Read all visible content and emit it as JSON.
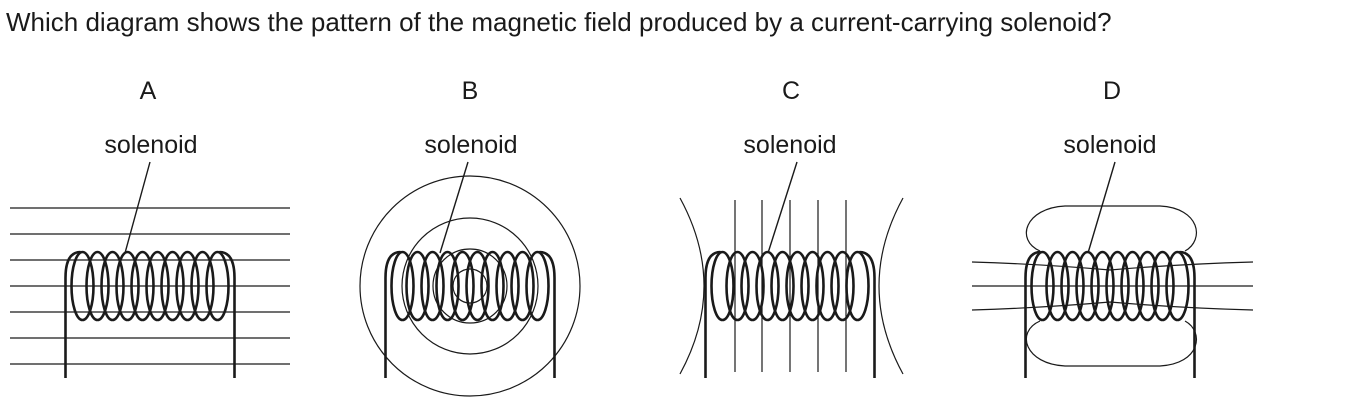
{
  "question": "Which diagram shows the pattern of the magnetic field produced by a current-carrying solenoid?",
  "options": [
    {
      "letter": "A",
      "label": "solenoid"
    },
    {
      "letter": "B",
      "label": "solenoid"
    },
    {
      "letter": "C",
      "label": "solenoid"
    },
    {
      "letter": "D",
      "label": "solenoid"
    }
  ]
}
